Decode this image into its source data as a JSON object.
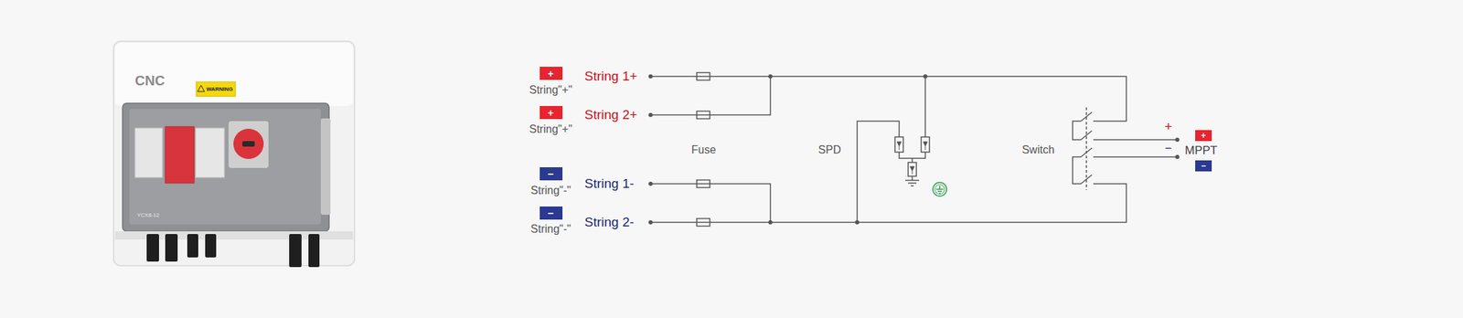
{
  "diagram": {
    "nodes": [
      {
        "text": [
          "+"
        ]
      },
      {
        "text": [
          "+"
        ]
      },
      {
        "text": [
          "−"
        ]
      },
      {
        "text": [
          "−"
        ]
      },
      {
        "text": [
          "+"
        ]
      },
      {
        "text": [
          "−"
        ]
      }
    ],
    "labels": [
      "CNC",
      "WARNING",
      "YCX8-12",
      "String\"+\"",
      "String 1+",
      "String\"+\"",
      "String 2+",
      "String\"-\"",
      "String 1-",
      "String\"-\"",
      "String 2-",
      "Fuse",
      "SPD",
      "Switch",
      "+",
      "−",
      "MPPT"
    ]
  }
}
